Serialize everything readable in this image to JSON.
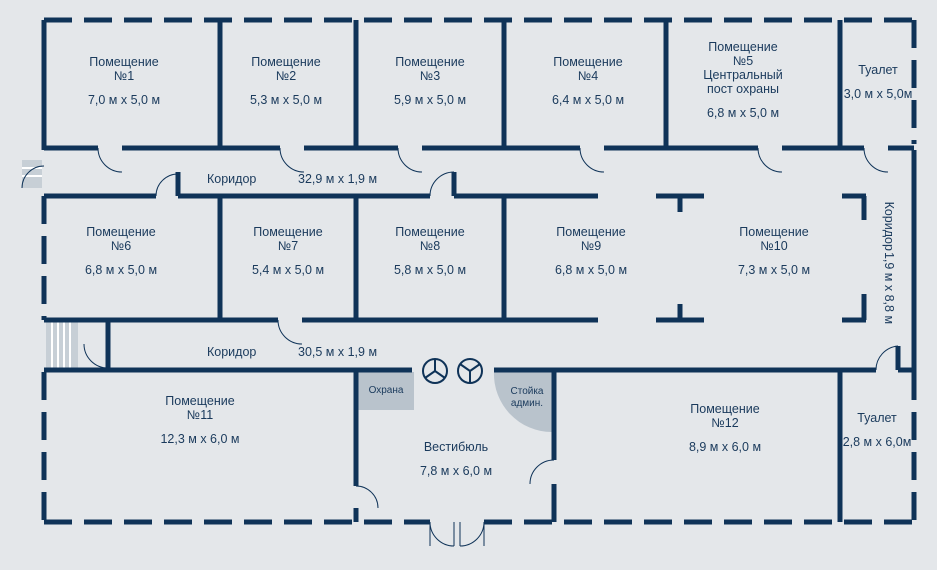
{
  "plan": {
    "rooms": [
      {
        "name": "Помещение",
        "num": "№1",
        "size": "7,0 м х 5,0 м"
      },
      {
        "name": "Помещение",
        "num": "№2",
        "size": "5,3 м х 5,0 м"
      },
      {
        "name": "Помещение",
        "num": "№3",
        "size": "5,9 м х 5,0 м"
      },
      {
        "name": "Помещение",
        "num": "№4",
        "size": "6,4 м х 5,0 м"
      },
      {
        "name": "Помещение",
        "num": "№5",
        "extra1": "Центральный",
        "extra2": "пост охраны",
        "size": "6,8 м х 5,0 м"
      },
      {
        "name": "Туалет",
        "size": "3,0 м х 5,0м"
      },
      {
        "name": "Помещение",
        "num": "№6",
        "size": "6,8 м х 5,0 м"
      },
      {
        "name": "Помещение",
        "num": "№7",
        "size": "5,4 м х 5,0 м"
      },
      {
        "name": "Помещение",
        "num": "№8",
        "size": "5,8 м х 5,0 м"
      },
      {
        "name": "Помещение",
        "num": "№9",
        "size": "6,8 м х 5,0 м"
      },
      {
        "name": "Помещение",
        "num": "№10",
        "size": "7,3 м х 5,0 м"
      },
      {
        "name": "Помещение",
        "num": "№11",
        "size": "12,3 м х 6,0 м"
      },
      {
        "name": "Вестибюль",
        "size": "7,8 м х 6,0 м"
      },
      {
        "name": "Помещение",
        "num": "№12",
        "size": "8,9 м х 6,0 м"
      },
      {
        "name": "Туалет",
        "size": "2,8 м х 6,0м"
      }
    ],
    "corridor_top": {
      "name": "Коридор",
      "size": "32,9 м  х  1,9 м"
    },
    "corridor_mid": {
      "name": "Коридор",
      "size": "30,5 м  х  1,9 м"
    },
    "corridor_right": {
      "name": "Коридор",
      "size": "1,9 м х 8,8 м"
    },
    "security": "Охрана",
    "admin_desk": {
      "line1": "Стойка",
      "line2": "админ."
    },
    "colors": {
      "wall": "#0f3358",
      "background": "#e4e7ea",
      "window": "#ffffff",
      "text": "#1a3a5c",
      "booth": "#b9c3cc"
    }
  }
}
